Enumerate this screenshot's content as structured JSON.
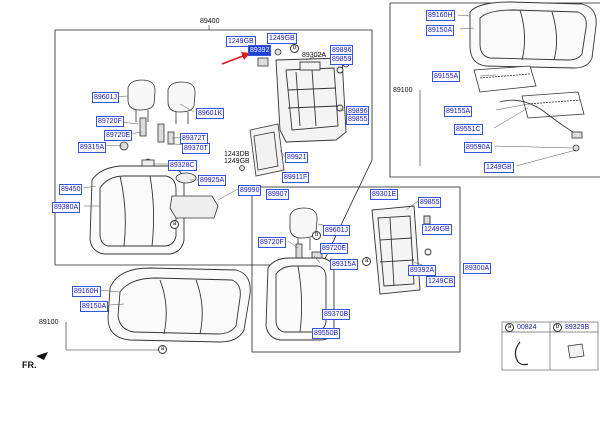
{
  "labels": {
    "assy_rear_seat": "89400",
    "bolt_1249gb_a": "1249GB",
    "bolt_1249gb_b": "1249GB",
    "latch_89392": "89392",
    "cover_89302a": "89302A",
    "part_89896_top": "89896",
    "part_89859": "89859",
    "headrest_89601j": "89601J",
    "headrest_89601k": "89601K",
    "guide_89720f": "89720F",
    "guide_89720e": "89720E",
    "guide_89372t": "89372T",
    "guide_89370t": "89370T",
    "bezel_89315a": "89315A",
    "bolt_1243db": "1243DB",
    "bolt_1249gb_c": "1249GB",
    "part_89921": "89921",
    "part_89896_mid": "89896",
    "part_89855_top": "89855",
    "cover_89328c": "89328C",
    "cover_89925a": "89925A",
    "back_89450": "89450",
    "pad_89380a": "89380A",
    "part_89990": "89990",
    "part_89911f": "89911F",
    "part_89907": "89907",
    "cushion_assy_89100": "89100",
    "cover_89160h": "89160H",
    "cover_89150a": "89150A",
    "back_assy_89301e": "89301E",
    "part_89855_r": "89855",
    "headrest_89601j_r": "89601J",
    "guide_89720f_r": "89720F",
    "guide_89720e_r": "89720E",
    "bolt_1249gb_r": "1249GB",
    "bezel_89315a_r": "89315A",
    "frame_89300a": "89300A",
    "bracket_89392a": "89392A",
    "bolt_1249cb": "1249CB",
    "pad_89370b": "89370B",
    "pad_89550b": "89550B",
    "inset_cushion_89100": "89100",
    "inset_89160h": "89160H",
    "inset_89150a": "89150A",
    "inset_89155a": "89155A",
    "inset_89155a_b": "89155A",
    "inset_89551c": "89551C",
    "inset_89590a": "89590A",
    "inset_1249gb": "1249GB"
  },
  "legend": {
    "a_letter": "a",
    "a_code": "00824",
    "b_letter": "b",
    "b_code": "89329B"
  },
  "callouts": {
    "a": "a",
    "b": "b"
  },
  "fr": "FR."
}
